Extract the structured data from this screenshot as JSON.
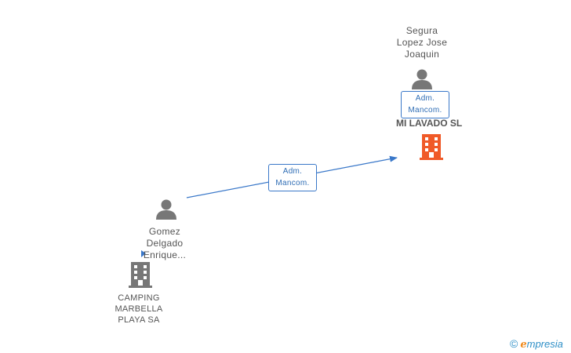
{
  "nodes": {
    "person_top": {
      "lines": [
        "Segura",
        "Lopez Jose",
        "Joaquin"
      ]
    },
    "company_main": {
      "name": "MI LAVADO SL"
    },
    "person_bottom": {
      "lines": [
        "Gomez",
        "Delgado",
        "Enrique..."
      ]
    },
    "company_bottom": {
      "lines": [
        "CAMPING",
        "MARBELLA",
        "PLAYA SA"
      ]
    }
  },
  "edges": {
    "top_role": {
      "lines": [
        "Adm.",
        "Mancom."
      ]
    },
    "mid_role": {
      "lines": [
        "Adm.",
        "Mancom."
      ]
    }
  },
  "colors": {
    "edge": "#3a78c9",
    "person_icon": "#777777",
    "company_main_icon": "#f05a28",
    "company_icon": "#777777"
  },
  "watermark": {
    "copyright": "©",
    "brand_initial": "e",
    "brand_rest": "mpresia"
  }
}
